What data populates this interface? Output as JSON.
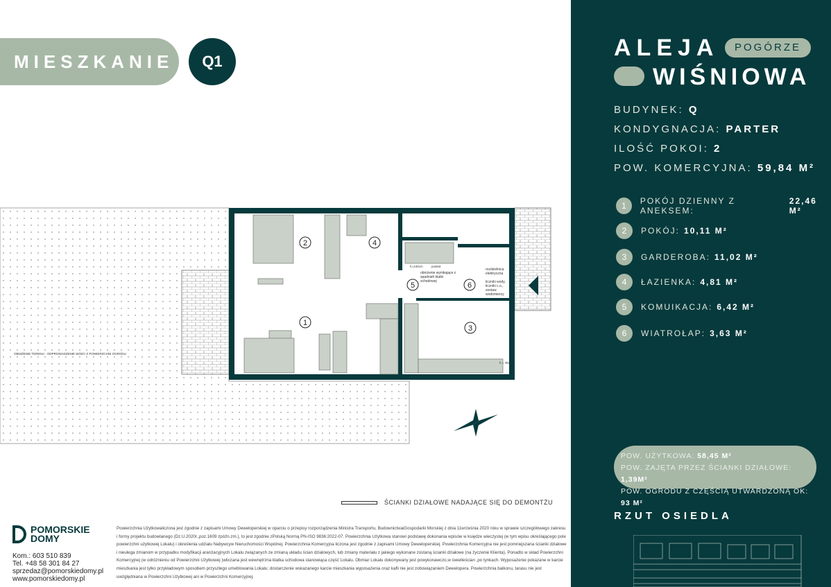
{
  "header": {
    "label": "MIESZKANIE",
    "unit": "Q1"
  },
  "brand": {
    "line1": "ALEJA",
    "tag": "POGÓRZE",
    "line2": "WIŚNIOWA"
  },
  "details": [
    {
      "label": "BUDYNEK:",
      "value": "Q"
    },
    {
      "label": "KONDYGNACJA:",
      "value": "PARTER"
    },
    {
      "label": "ILOŚĆ POKOI:",
      "value": "2"
    },
    {
      "label": "POW. KOMERCYJNA:",
      "value": "59,84 M²"
    }
  ],
  "rooms": [
    {
      "n": "1",
      "label": "POKÓJ DZIENNY Z ANEKSEM:",
      "value": "22,46 M²"
    },
    {
      "n": "2",
      "label": "POKÓJ:",
      "value": "10,11 M²"
    },
    {
      "n": "3",
      "label": "GARDEROBA:",
      "value": "11,02 M²"
    },
    {
      "n": "4",
      "label": "ŁAZIENKA:",
      "value": "4,81 M²"
    },
    {
      "n": "5",
      "label": "KOMUIKACJA:",
      "value": "6,42 M²"
    },
    {
      "n": "6",
      "label": "WIATROŁAP:",
      "value": "3,63 M²"
    }
  ],
  "summary": [
    {
      "label": "POW. UŻYTKOWA:",
      "value": "58,45 M²"
    },
    {
      "label": "POW. ZAJĘTA PRZEZ ŚCIANKI DZIAŁOWE:",
      "value": "1,39M²"
    },
    {
      "label": "POW. OGRODU Z CZĘŚCIĄ UTWARDZONĄ OK:",
      "value": "93 M²"
    }
  ],
  "site_plan_title": "RZUT OSIEDLA",
  "plan": {
    "garden_note": "OBNIŻENIE TERENU - ODPROWADZENIE WODY Z POWIERZCHNI OGRODU",
    "h45": "h = 45cm",
    "stair_note": "obniżenie wynikające z spadnieh klatki schodowej",
    "h240": "h=240cm",
    "podest": "podest",
    "electric": "rozdzielnica elektryczna",
    "meters": "liczniki wody, liczniki c.o., zestaw wodomierzy"
  },
  "legend": "ŚCIANKI DZIAŁOWE NADAJĄCE SIĘ DO DEMONTŻU",
  "logo": {
    "line1": "POMORSKIE",
    "line2": "DOMY"
  },
  "contact": [
    "Kom.: 603 510 839",
    "Tel. +48 58 301 84 27",
    "sprzedaz@pomorskiedomy.pl",
    "www.pomorskiedomy.pl"
  ],
  "legal": "Powierzchnia Użytkowaliczona jest zgodnie z zapisami Umowy Deweloperskiej w oparciu o przepisy rozporządzenia Ministra Transportu, BudownictwaiGospodarki Morskiej z dnia 11września 2020 roku w sprawie szczegółowego zakresu i formy projektu budowlanego (Dz.U.2020r.,poz.1609 zpóźn.zm.), to jest zgodnie zPolską Normą PN-ISO 9836:2022-07. Powierzchnia Użytkowa stanowi podstawę dokonania wpisów w księdze wieczystej (w tym wpisu określającego pole powierzchni użytkowej Lokalu) i określenia udziału Nabywcyw Nieruchomości Wspólnej. Powierzchnia Komercyjna liczona jest zgodnie z zapisami Umowy Deweloperskiej. Powierzchnia Komercyjna nie jest pomniejszana ścianki działowe i nieulega zmianom w przypadku modyfikacji aranżacyjnych Lokalu związanych ze zmianą układu ścian działowych, lub zmiany materiału z jakiego wykonane zostaną ścianki działowe (na życzenie Klienta). Ponadto w skład Powierzchni Komercyjnej (w odróżnieniu od Powierzchni Użytkowej )wliczana jest wewnętrzna klatka schodowa stanowiąca część Lokalu. Obmiar Lokalu dokonywany jest powykonawczo,w świetleścian ,po tynkach. Wyposażenie pokazane w karcie mieszkania jest tylko przykładowym sposobem przyszłego umeblowania Lokalu; dostarczenie wskazanego karcie mieszkania wyposażenia oraz kafli nie jest zobowiązaniem Dewelopera. Powierzchnia balkonu, tarasu nie jest uwzględniana w Powierzchni Użytkowej ani w Powierzchni Komercyjnej.",
  "colors": {
    "primary": "#073a3c",
    "accent": "#a8b8a7"
  }
}
